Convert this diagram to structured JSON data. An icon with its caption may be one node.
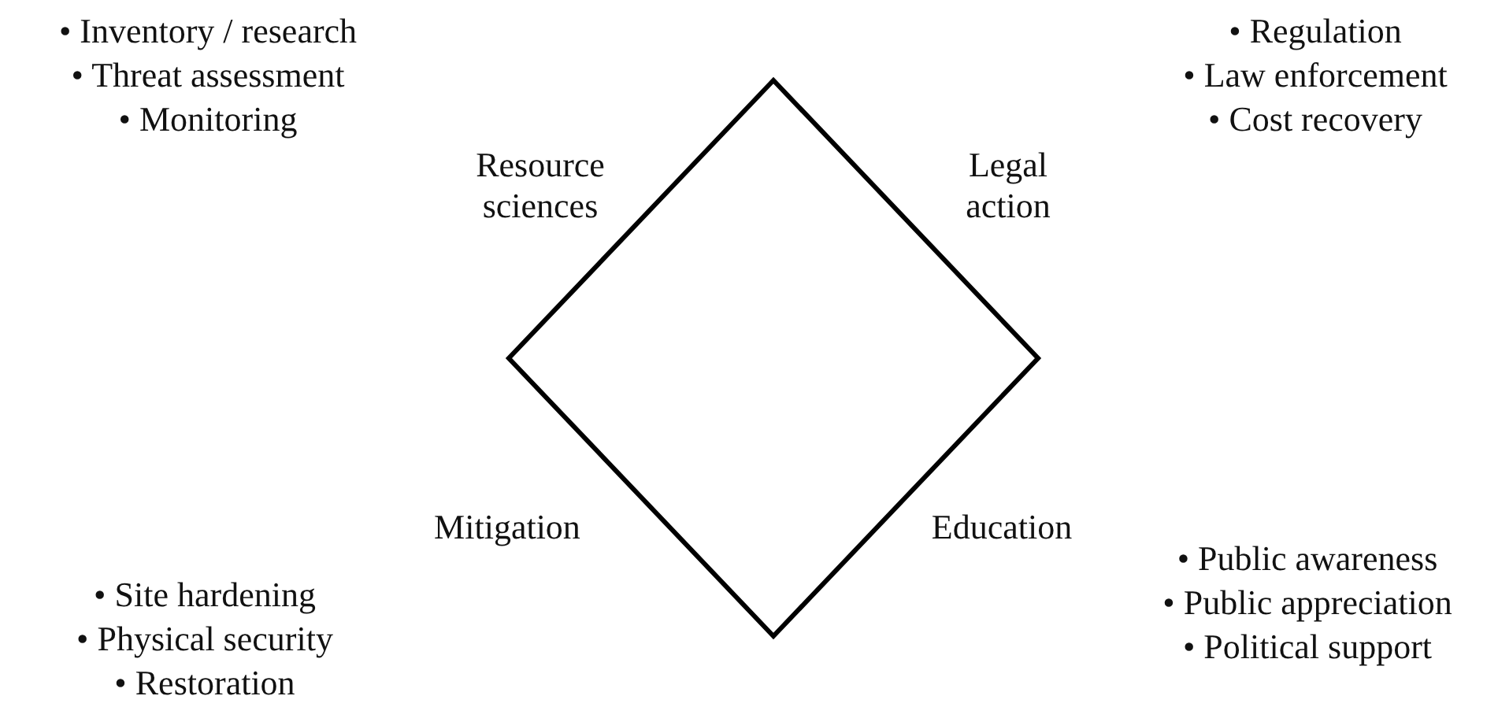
{
  "diagram": {
    "nodes": [
      {
        "text": [],
        "shape": "diamond",
        "beside": [
          "Resource sciences",
          "Legal action",
          "Mitigation",
          "Education"
        ]
      }
    ],
    "labels": [
      "• Inventory / research",
      "• Threat assessment",
      "• Monitoring",
      "• Regulation",
      "• Law enforcement",
      "• Cost recovery",
      "• Public awareness",
      "• Public appreciation",
      "• Political support",
      "• Site hardening",
      "• Physical security",
      "• Restoration"
    ]
  }
}
